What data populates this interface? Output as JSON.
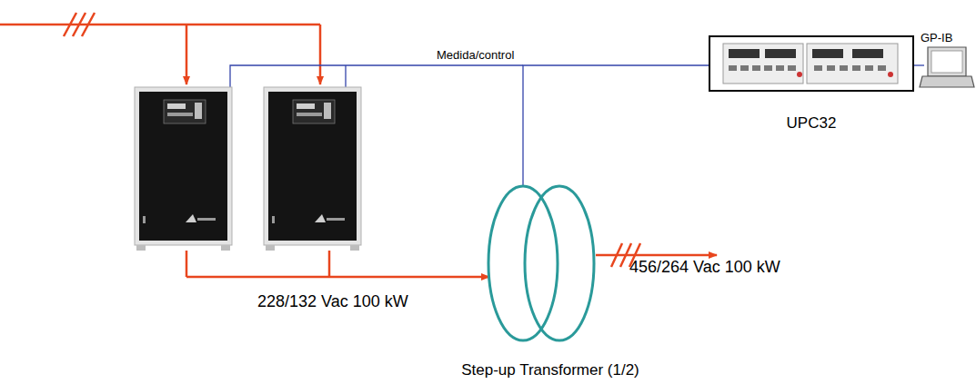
{
  "diagram": {
    "nodes": [
      {
        "text": [
          "UPC32"
        ]
      },
      {
        "text": [
          "Step-up Transformer (1/2)"
        ]
      }
    ],
    "edges": [
      {
        "from": 0,
        "to": 1,
        "arrow": "none",
        "label": "Medida/control"
      }
    ],
    "labels": [
      "228/132 Vac 100 kW",
      "456/264 Vac 100 kW",
      "GP-IB"
    ]
  }
}
